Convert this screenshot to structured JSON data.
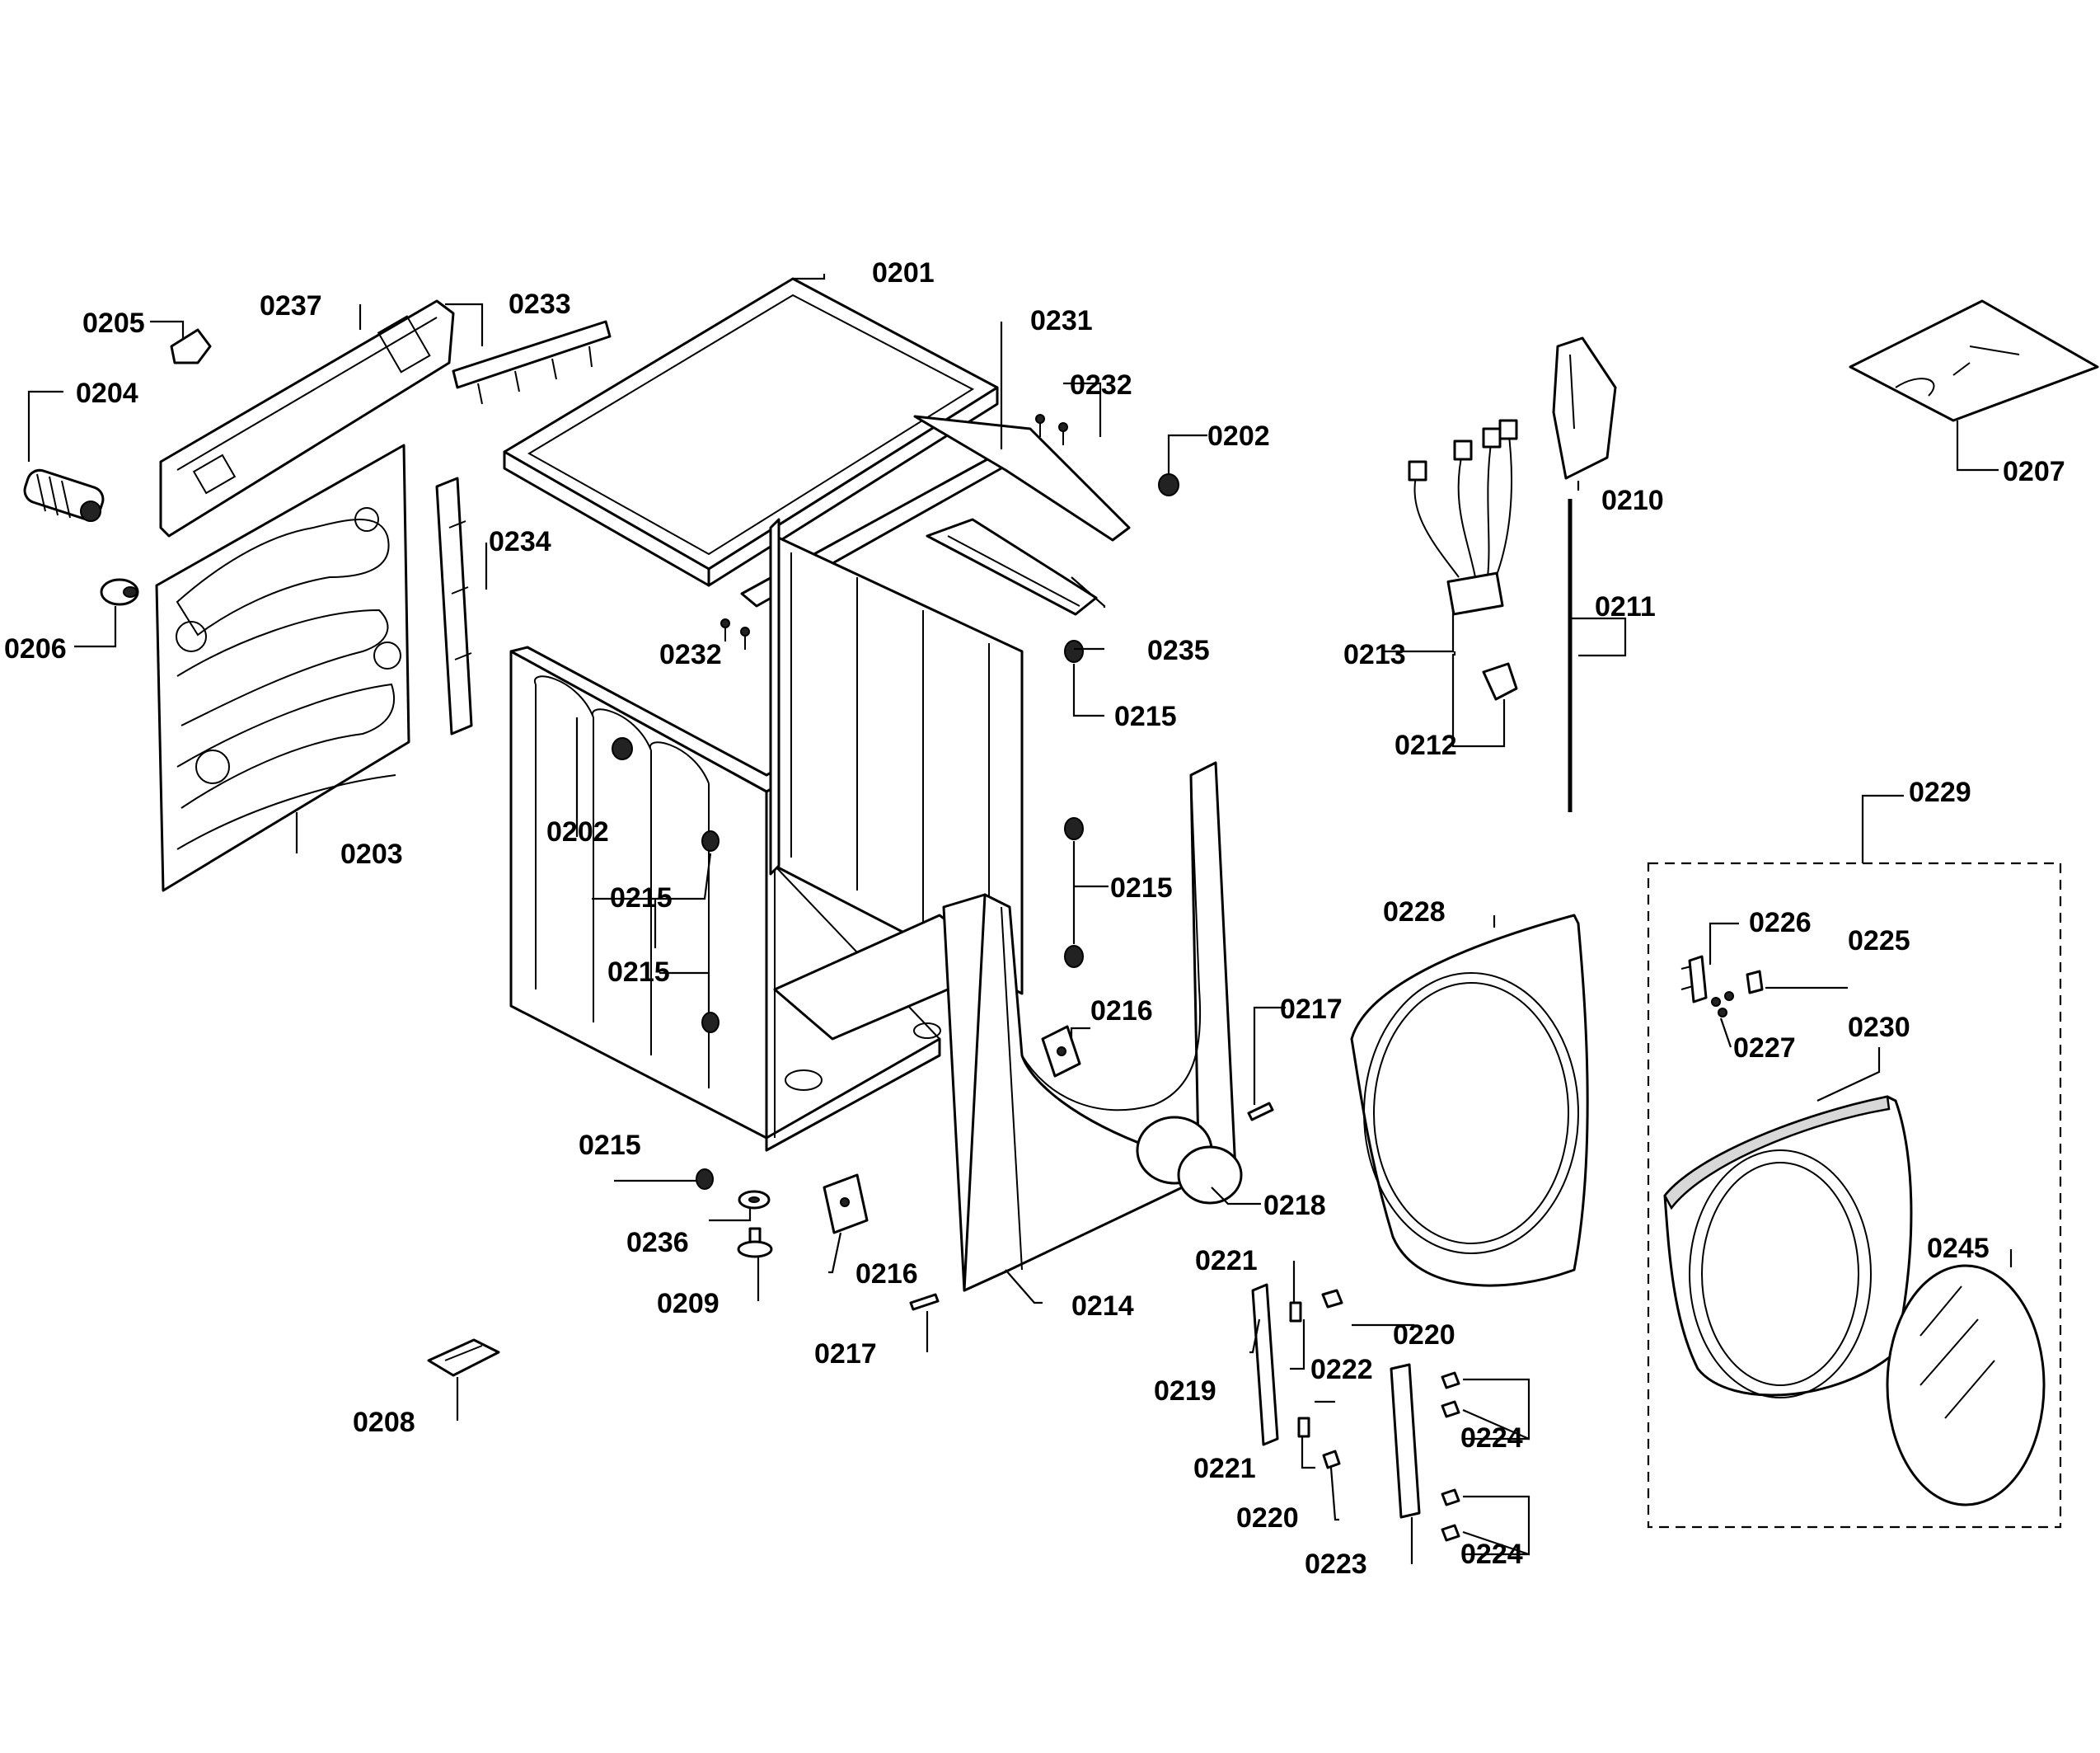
{
  "diagram": {
    "callouts": {
      "c0201": "0201",
      "c0202a": "0202",
      "c0202b": "0202",
      "c0203": "0203",
      "c0204": "0204",
      "c0205": "0205",
      "c0206": "0206",
      "c0207": "0207",
      "c0208": "0208",
      "c0209": "0209",
      "c0210": "0210",
      "c0211": "0211",
      "c0212": "0212",
      "c0213": "0213",
      "c0214": "0214",
      "c0215a": "0215",
      "c0215b": "0215",
      "c0215c": "0215",
      "c0215d": "0215",
      "c0215e": "0215",
      "c0216a": "0216",
      "c0216b": "0216",
      "c0217a": "0217",
      "c0217b": "0217",
      "c0218": "0218",
      "c0219": "0219",
      "c0220a": "0220",
      "c0220b": "0220",
      "c0221a": "0221",
      "c0221b": "0221",
      "c0222": "0222",
      "c0223": "0223",
      "c0224a": "0224",
      "c0224b": "0224",
      "c0225": "0225",
      "c0226": "0226",
      "c0227": "0227",
      "c0228": "0228",
      "c0229": "0229",
      "c0230": "0230",
      "c0231": "0231",
      "c0232a": "0232",
      "c0232b": "0232",
      "c0233": "0233",
      "c0234": "0234",
      "c0235": "0235",
      "c0236": "0236",
      "c0237": "0237",
      "c0245": "0245"
    }
  }
}
